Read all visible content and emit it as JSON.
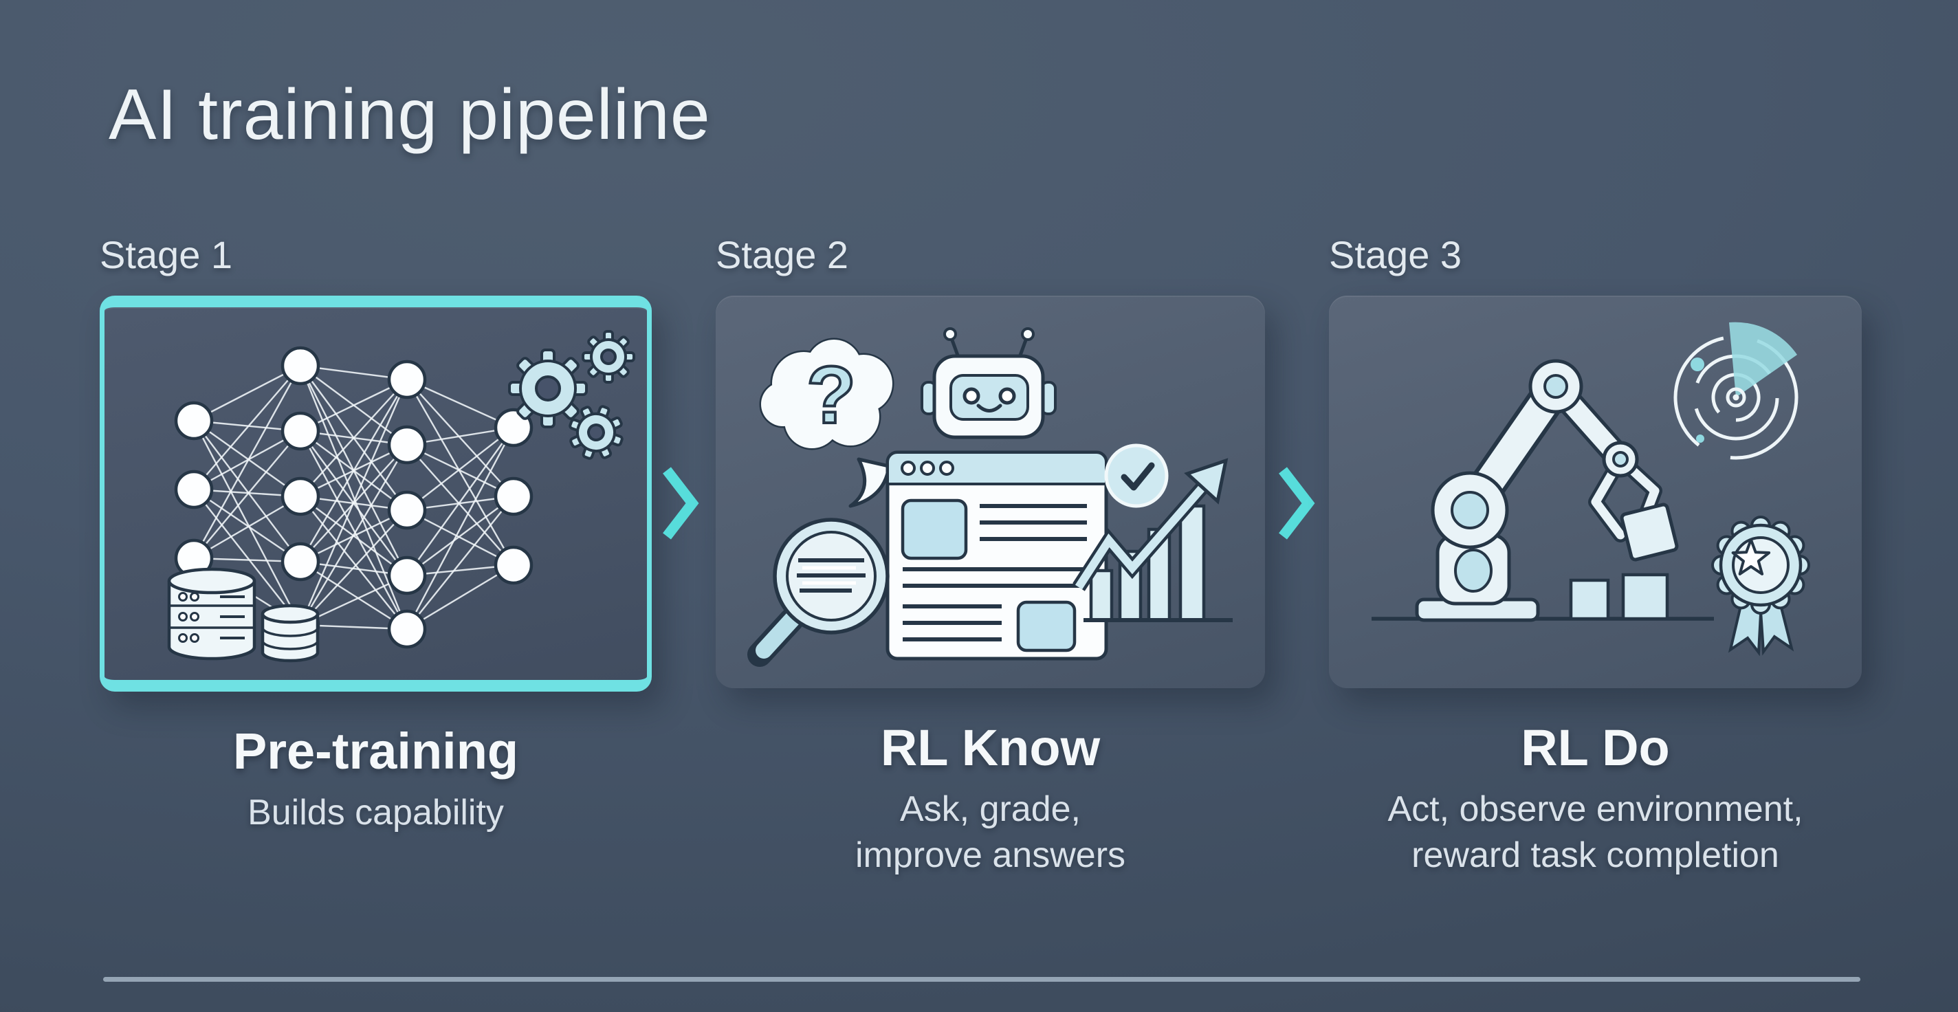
{
  "title": "AI training pipeline",
  "colors": {
    "accent_cyan": "#57dddb",
    "highlight_border": "#6fe1e3",
    "background_top": "#4f5e70",
    "background_bottom": "#354152",
    "icon_fill_light": "#eef6f9",
    "icon_fill_cyan": "#c9e6ee",
    "icon_ink": "#263646"
  },
  "arrow_icon": "chevron-right-icon",
  "footer": {
    "divider": true
  },
  "stages": [
    {
      "label": "Stage 1",
      "name": "Pre-training",
      "description_lines": [
        "Builds capability"
      ],
      "highlighted": true,
      "icons": [
        "neural-network-icon",
        "gears-icon",
        "database-icon"
      ]
    },
    {
      "label": "Stage 2",
      "name": "RL Know",
      "description_lines": [
        "Ask, grade,",
        "improve answers"
      ],
      "highlighted": false,
      "question_mark": "?",
      "icons": [
        "thought-bubble-icon",
        "question-mark-icon",
        "robot-head-icon",
        "browser-window-icon",
        "magnifier-icon",
        "check-circle-icon",
        "growth-chart-icon"
      ]
    },
    {
      "label": "Stage 3",
      "name": "RL Do",
      "description_lines": [
        "Act, observe environment,",
        "reward task completion"
      ],
      "highlighted": false,
      "icons": [
        "robot-arm-icon",
        "radar-icon",
        "award-ribbon-icon",
        "boxes-icon"
      ]
    }
  ]
}
